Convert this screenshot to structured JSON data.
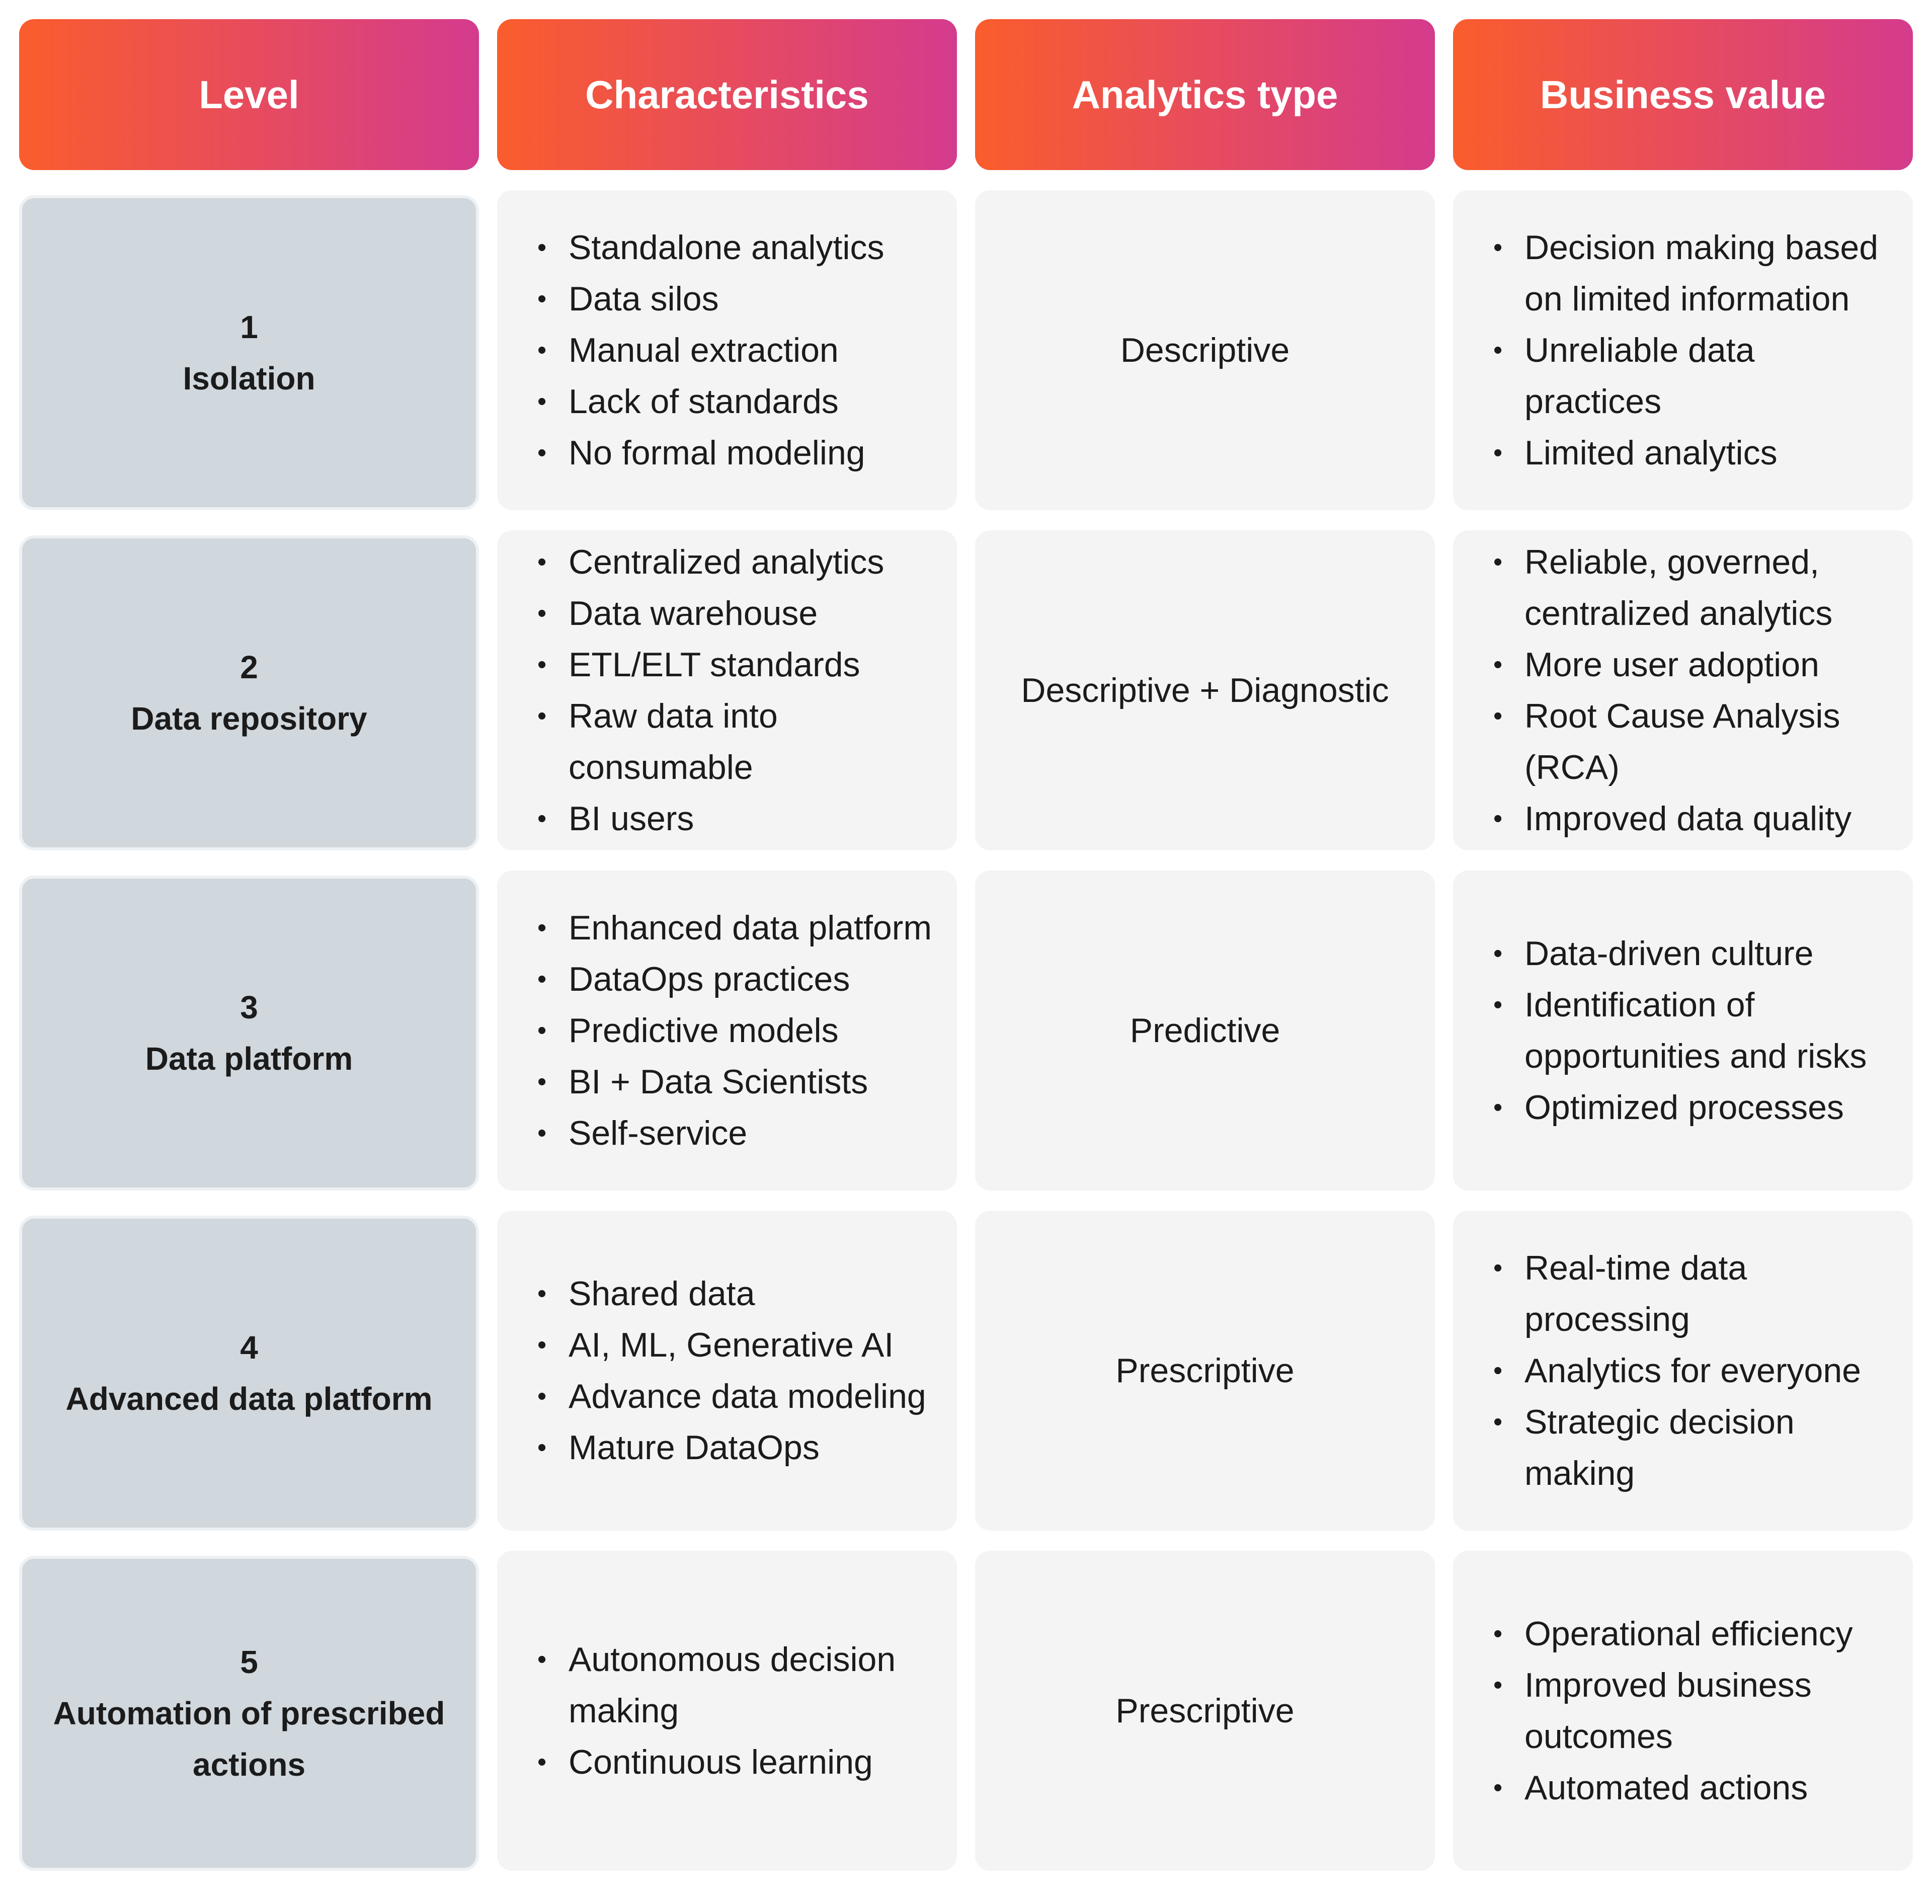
{
  "headers": {
    "level": "Level",
    "characteristics": "Characteristics",
    "analytics_type": "Analytics type",
    "business_value": "Business value"
  },
  "rows": [
    {
      "level_number": "1",
      "level_name": "Isolation",
      "characteristics": [
        "Standalone analytics",
        "Data silos",
        "Manual extraction",
        "Lack of standards",
        "No formal modeling"
      ],
      "analytics_type": "Descriptive",
      "business_value": [
        "Decision making based on limited information",
        "Unreliable data practices",
        "Limited analytics"
      ]
    },
    {
      "level_number": "2",
      "level_name": "Data repository",
      "characteristics": [
        "Centralized analytics",
        "Data warehouse",
        "ETL/ELT standards",
        "Raw data into consumable",
        "BI users"
      ],
      "analytics_type": "Descriptive + Diagnostic",
      "business_value": [
        "Reliable, governed, centralized analytics",
        "More user adoption",
        "Root Cause Analysis (RCA)",
        "Improved data quality"
      ]
    },
    {
      "level_number": "3",
      "level_name": "Data platform",
      "characteristics": [
        "Enhanced data platform",
        "DataOps practices",
        "Predictive models",
        "BI + Data Scientists",
        "Self-service"
      ],
      "analytics_type": "Predictive",
      "business_value": [
        "Data-driven culture",
        "Identification of opportunities and risks",
        "Optimized processes"
      ]
    },
    {
      "level_number": "4",
      "level_name": "Advanced data platform",
      "characteristics": [
        "Shared data",
        "AI, ML, Generative AI",
        "Advance data modeling",
        "Mature DataOps"
      ],
      "analytics_type": "Prescriptive",
      "business_value": [
        "Real-time data processing",
        "Analytics for everyone",
        "Strategic decision making"
      ]
    },
    {
      "level_number": "5",
      "level_name": "Automation of prescribed actions",
      "characteristics": [
        "Autonomous decision making",
        "Continuous learning"
      ],
      "analytics_type": "Prescriptive",
      "business_value": [
        "Operational efficiency",
        "Improved business outcomes",
        "Automated actions"
      ]
    }
  ],
  "colors": {
    "header_gradient_start": "#fa5d2c",
    "header_gradient_end": "#d43b8d",
    "level_cell_bg": "#d0d7dd",
    "content_cell_bg": "#f4f4f4"
  }
}
